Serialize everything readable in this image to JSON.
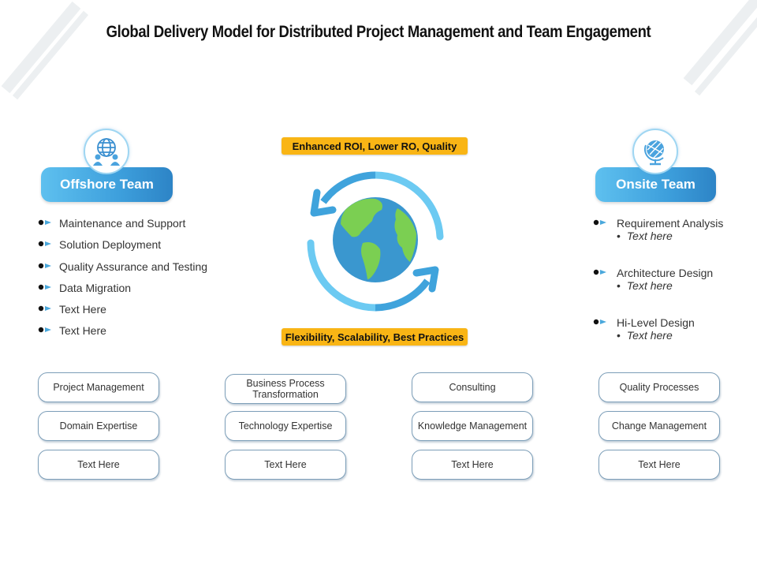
{
  "title": "Global Delivery Model for Distributed Project Management and Team Engagement",
  "colors": {
    "accent_blue": "#3d9fdc",
    "tag_yellow": "#f9b515",
    "globe_ocean": "#3a97cf",
    "globe_land": "#7bcf52"
  },
  "offshore": {
    "label": "Offshore Team",
    "icon": "globe-people-icon",
    "items": [
      "Maintenance and Support",
      "Solution Deployment",
      "Quality Assurance and Testing",
      "Data Migration",
      "Text Here",
      "Text Here"
    ]
  },
  "onsite": {
    "label": "Onsite Team",
    "icon": "desk-globe-icon",
    "items": [
      {
        "label": "Requirement Analysis",
        "sub": "Text here"
      },
      {
        "label": "Architecture Design",
        "sub": "Text here"
      },
      {
        "label": "Hi-Level Design",
        "sub": "Text here"
      }
    ]
  },
  "center": {
    "top_tag": "Enhanced ROI, Lower RO, Quality",
    "bottom_tag": "Flexibility, Scalability, Best Practices",
    "icon": "globe-cycle-icon"
  },
  "grid": [
    [
      "Project Management",
      "Domain Expertise",
      "Text Here"
    ],
    [
      "Business Process Transformation",
      "Technology Expertise",
      "Text Here"
    ],
    [
      "Consulting",
      "Knowledge Management",
      "Text Here"
    ],
    [
      "Quality Processes",
      "Change Management",
      "Text Here"
    ]
  ]
}
